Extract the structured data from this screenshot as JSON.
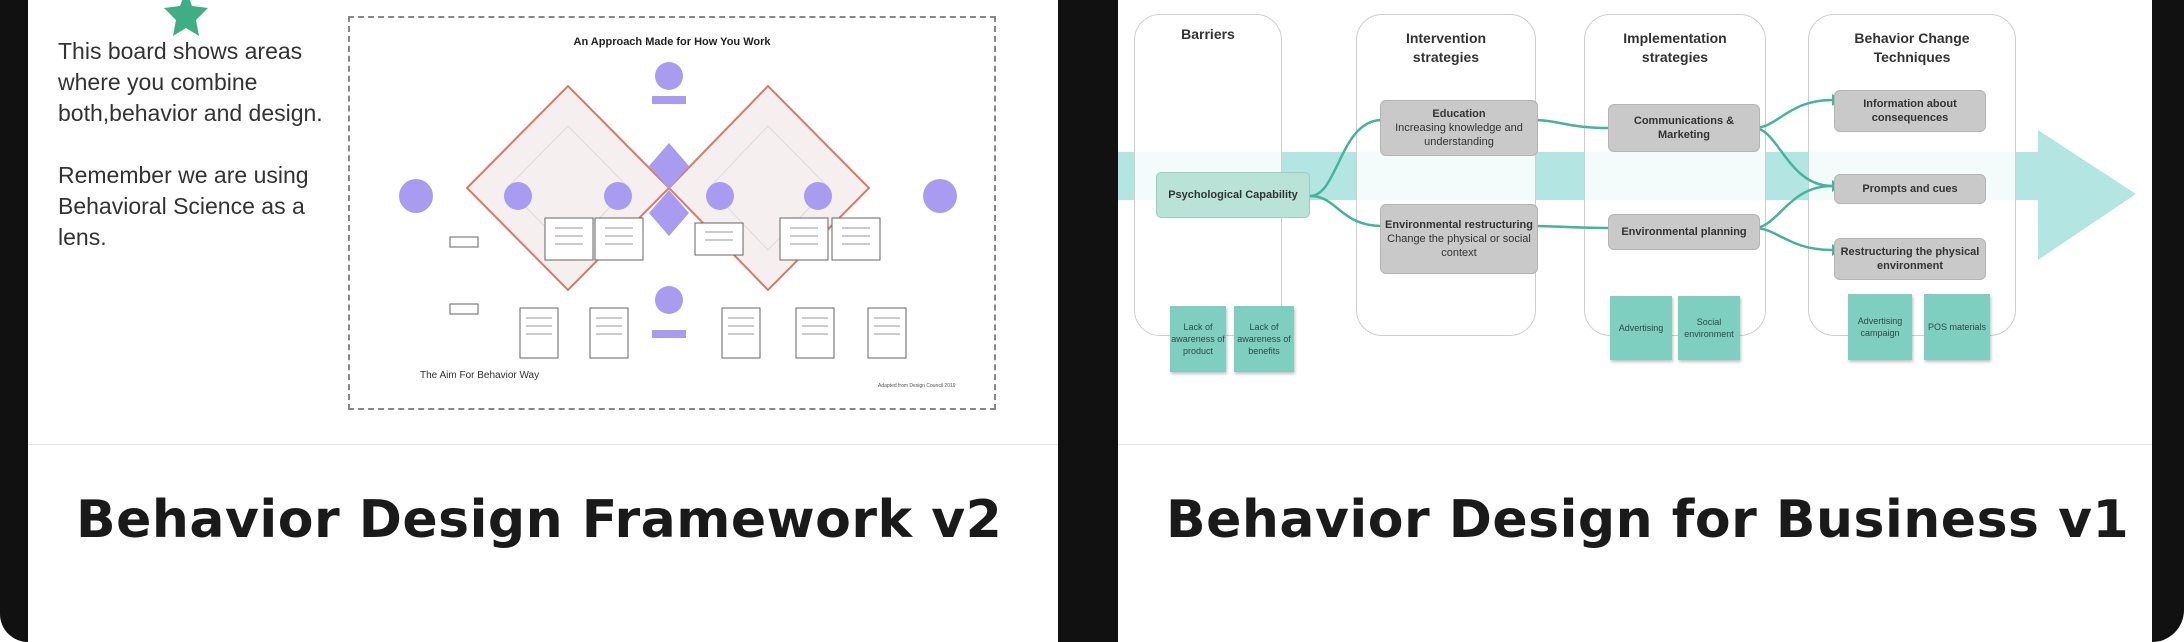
{
  "cards": [
    {
      "title": "Behavior Design Framework v2",
      "description": [
        "This board shows areas where you combine both,behavior and design.",
        "Remember we are using Behavioral Science as a lens."
      ],
      "board": {
        "title": "An Approach Made for How You Work",
        "footer": "The Aim For Behavior Way",
        "credit": "Adapted from Design Council 2019"
      }
    },
    {
      "title": "Behavior Design for Business v1",
      "columns": [
        {
          "header": "Barriers"
        },
        {
          "header": "Intervention strategies"
        },
        {
          "header": "Implementation strategies"
        },
        {
          "header": "Behavior Change Techniques"
        }
      ],
      "barrier": "Psychological Capability",
      "interventions": [
        {
          "title": "Education",
          "text": "Increasing knowledge and understanding"
        },
        {
          "title": "Environmental restructuring",
          "text": "Change the physical or social context"
        }
      ],
      "implementations": [
        "Communications & Marketing",
        "Environmental planning"
      ],
      "techniques": [
        "Information about consequences",
        "Prompts and cues",
        "Restructuring the physical environment"
      ],
      "stickies": {
        "barriers": [
          "Lack of awareness of product",
          "Lack of awareness of benefits"
        ],
        "implementation": [
          "Advertising",
          "Social environment"
        ],
        "techniques": [
          "Advertising campaign",
          "POS materials"
        ]
      }
    }
  ],
  "colors": {
    "accent_teal": "#b3e6e3",
    "purple": "#a99cf0",
    "star": "#3fae85"
  }
}
